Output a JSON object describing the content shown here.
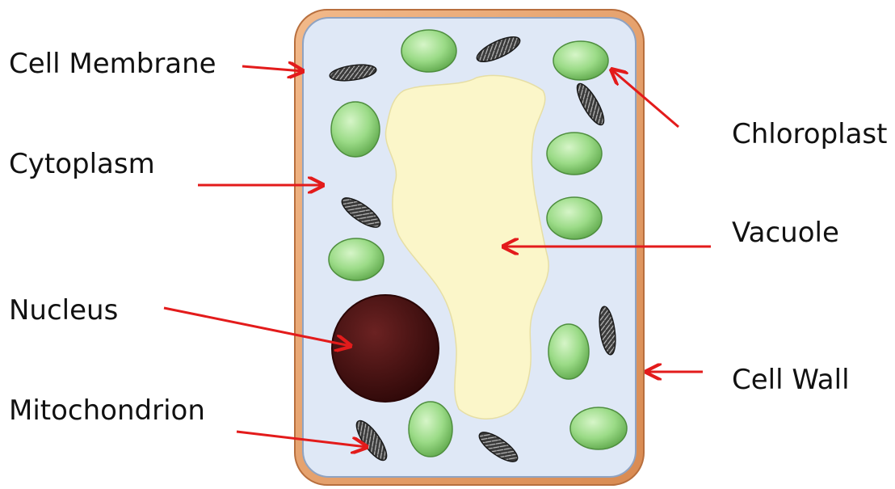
{
  "diagram": {
    "labels": {
      "cell_membrane": "Cell Membrane",
      "cytoplasm": "Cytoplasm",
      "nucleus": "Nucleus",
      "mitochondrion": "Mitochondrion",
      "chloroplast": "Chloroplast",
      "vacuole": "Vacuole",
      "cell_wall": "Cell Wall"
    },
    "colors": {
      "cell_wall": "#E39B63",
      "cell_wall_edge": "#B86F3E",
      "cytoplasm": "#DFE8F6",
      "membrane": "#8FA3C2",
      "vacuole": "#FBF6C9",
      "chloroplast": "#96D883",
      "chloroplast_edge": "#4E8E3E",
      "nucleus": "#4A1212",
      "mitochondrion": "#2E2E2E",
      "arrow": "#E31B1B"
    }
  }
}
